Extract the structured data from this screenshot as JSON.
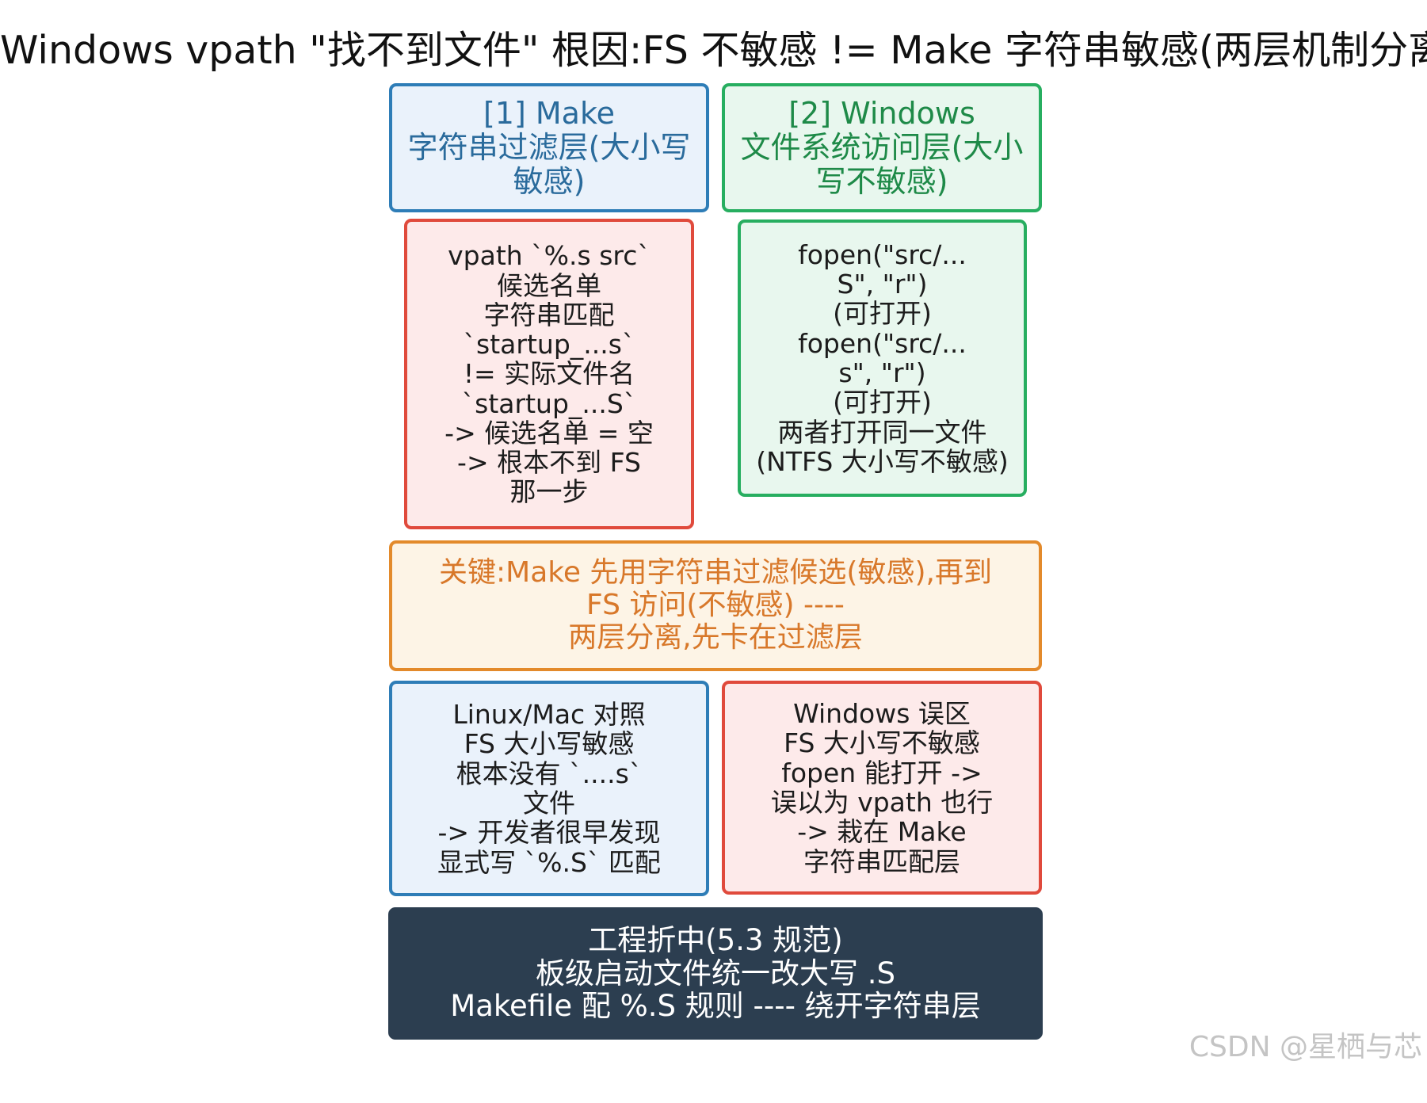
{
  "title": "Windows vpath \"找不到文件\" 根因:FS 不敏感 != Make 字符串敏感(两层机制分离)",
  "boxes": {
    "make_layer": "[1] Make\n字符串过滤层(大小写\n敏感)",
    "windows_layer": "[2] Windows\n文件系统访问层(大小\n写不敏感)",
    "vpath_match": "vpath `%.s src`\n候选名单\n字符串匹配\n`startup_...s`\n!= 实际文件名\n`startup_...S`\n-> 候选名单 = 空\n-> 根本不到 FS\n那一步",
    "fopen_demo": "fopen(\"src/...\nS\", \"r\")\n(可打开)\nfopen(\"src/...\ns\", \"r\")\n(可打开)\n两者打开同一文件\n(NTFS 大小写不敏感)",
    "key_point": "关键:Make 先用字符串过滤候选(敏感),再到\nFS 访问(不敏感) ----\n两层分离,先卡在过滤层",
    "linux_mac": "Linux/Mac 对照\nFS 大小写敏感\n根本没有 `....s`\n文件\n-> 开发者很早发现\n显式写 `%.S` 匹配",
    "windows_misread": "Windows 误区\nFS 大小写不敏感\nfopen 能打开 ->\n误以为 vpath 也行\n-> 栽在 Make\n字符串匹配层",
    "engineering_fix": "工程折中(5.3 规范)\n板级启动文件统一改大写 .S\nMakefile 配 %.S 规则 ---- 绕开字符串层"
  },
  "watermark": "CSDN @星栖与芯",
  "colors": {
    "blue_border": "#2e7db7",
    "green_border": "#27ae60",
    "red_border": "#e04a3c",
    "orange_border": "#e38a2b",
    "dark_fill": "#2c3e50"
  }
}
